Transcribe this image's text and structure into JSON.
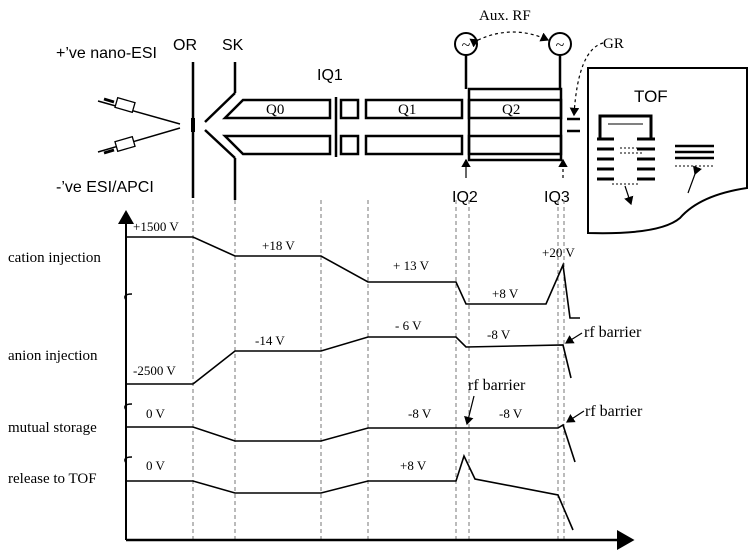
{
  "labels": {
    "or": "OR",
    "sk": "SK",
    "iq1": "IQ1",
    "iq2": "IQ2",
    "iq3": "IQ3",
    "aux_rf": "Aux. RF",
    "gr": "GR",
    "tof": "TOF",
    "q0": "Q0",
    "q1": "Q1",
    "q2": "Q2",
    "source_pos": "+’ve nano-ESI",
    "source_neg": "-’ve ESI/APCI"
  },
  "traces": [
    {
      "name": "cation injection",
      "annotations": [
        "+1500 V",
        "+18 V",
        "+ 13 V",
        "+8 V",
        "+20 V"
      ]
    },
    {
      "name": "anion injection",
      "annotations": [
        "-2500 V",
        "-14 V",
        "- 6 V",
        "-8 V",
        "rf barrier"
      ]
    },
    {
      "name": "mutual storage",
      "annotations": [
        "0 V",
        "-8 V",
        "-8 V",
        "rf barrier",
        "rf barrier"
      ]
    },
    {
      "name": "release to TOF",
      "annotations": [
        "0 V",
        "+8 V"
      ]
    }
  ],
  "icons": {
    "rf_source": "ac-source-icon"
  }
}
